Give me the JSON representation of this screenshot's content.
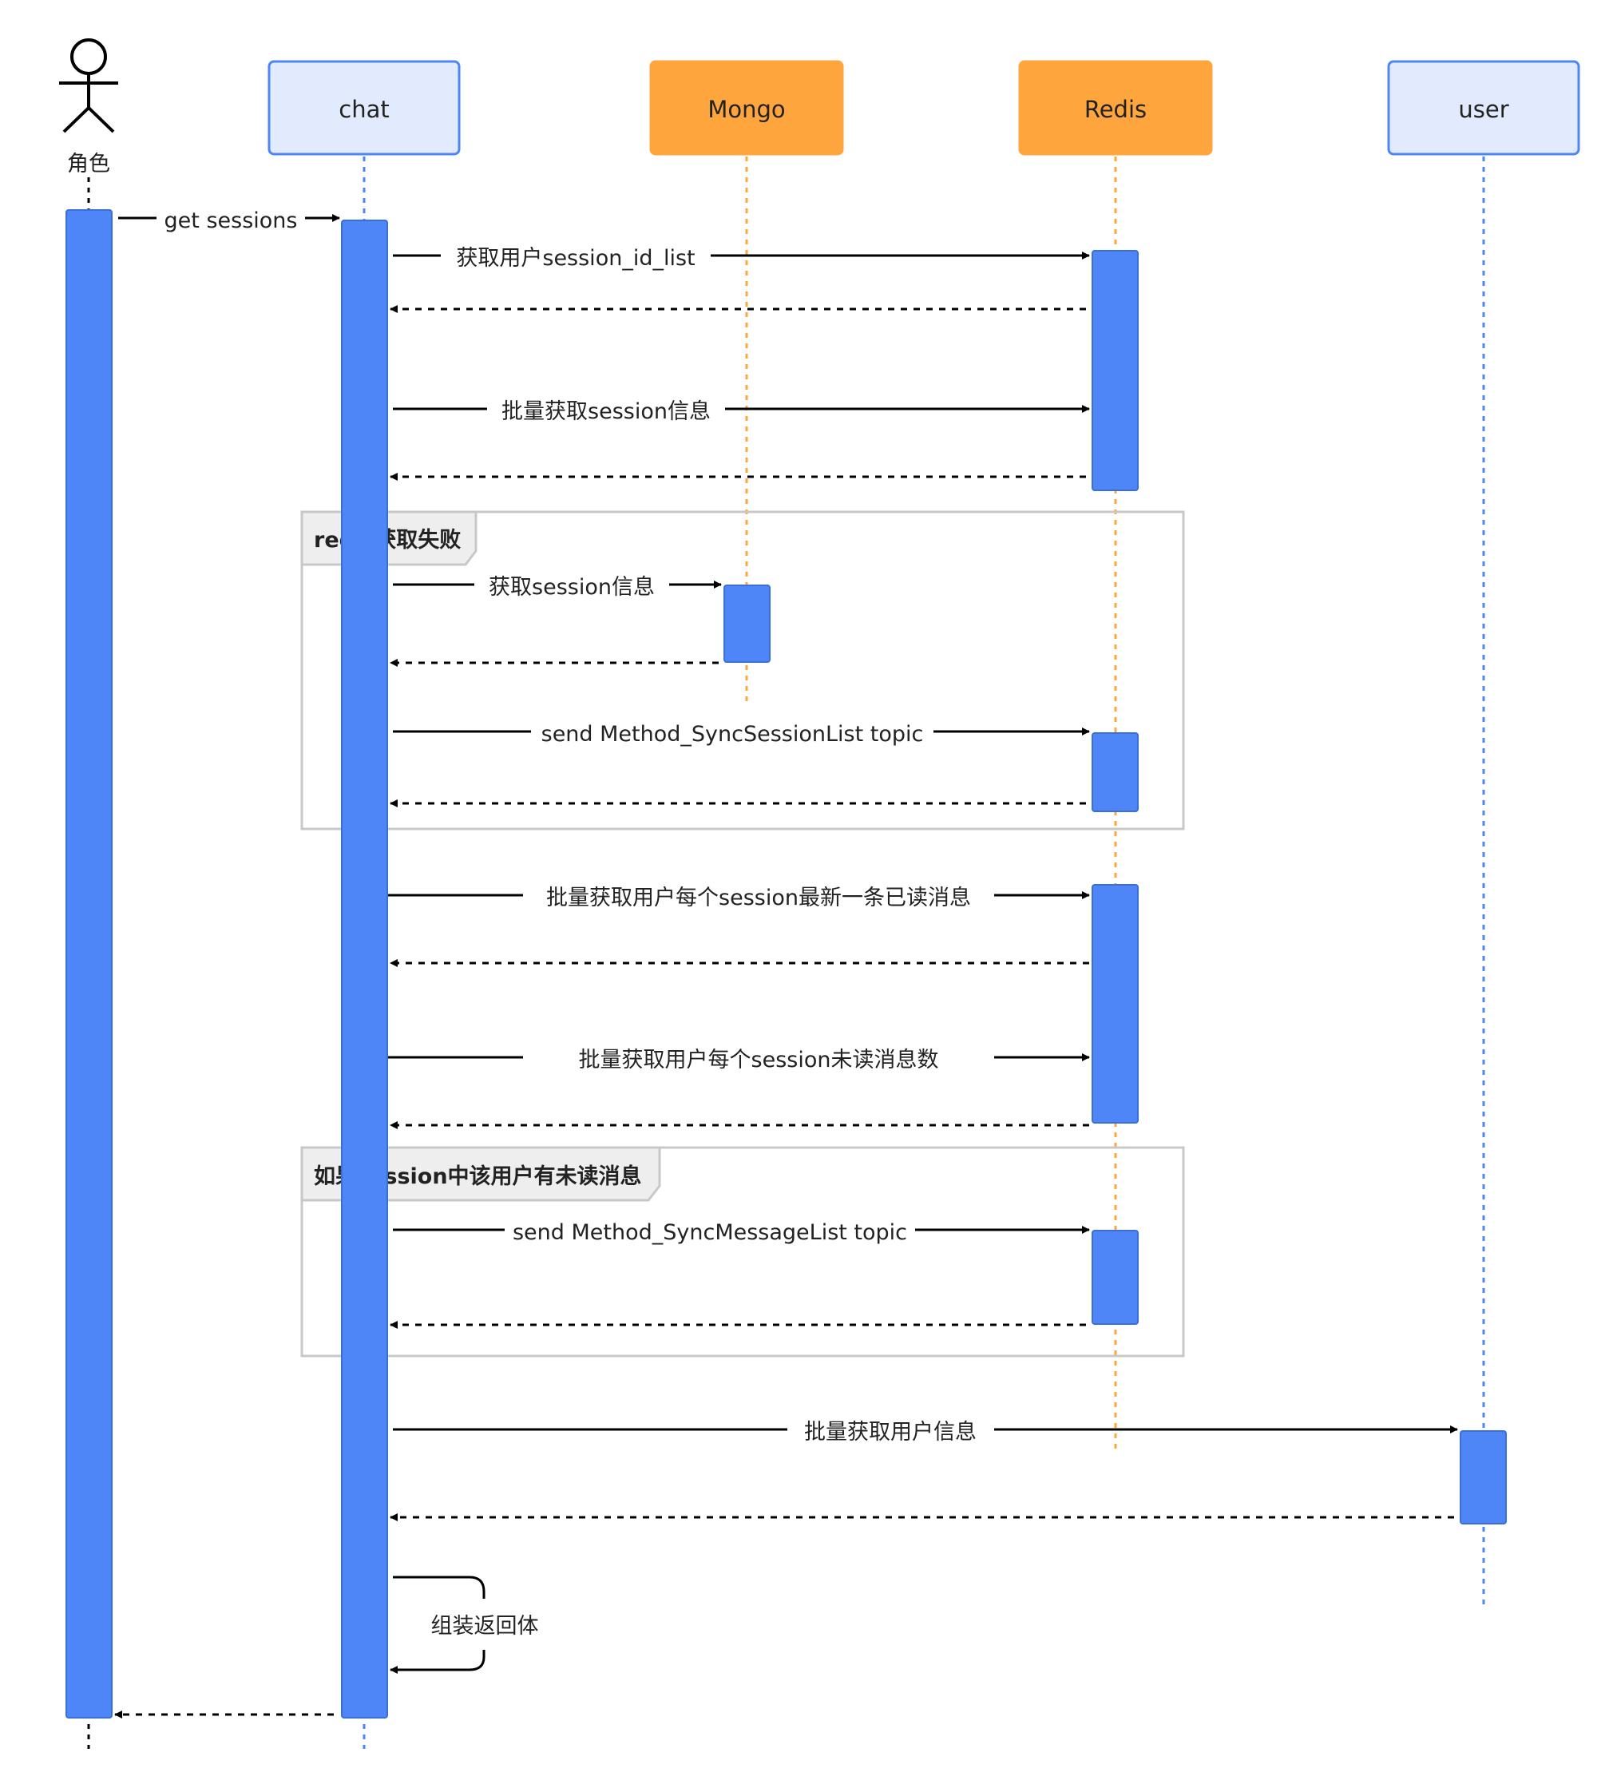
{
  "participants": [
    {
      "id": "actor",
      "kind": "actor",
      "label": "角色"
    },
    {
      "id": "chat",
      "kind": "service",
      "label": "chat",
      "fill": "#E2EBFD",
      "stroke": "#4E86F7"
    },
    {
      "id": "mongo",
      "kind": "store",
      "label": "Mongo",
      "fill": "#FFA53D",
      "stroke": "#FFA53D"
    },
    {
      "id": "redis",
      "kind": "store",
      "label": "Redis",
      "fill": "#FFA53D",
      "stroke": "#FFA53D"
    },
    {
      "id": "user",
      "kind": "service",
      "label": "user",
      "fill": "#E2EBFD",
      "stroke": "#4E86F7"
    }
  ],
  "messages": [
    {
      "from": "actor",
      "to": "chat",
      "label": "get sessions",
      "style": "solid"
    },
    {
      "from": "chat",
      "to": "redis",
      "label": "获取用户session_id_list",
      "style": "solid"
    },
    {
      "from": "redis",
      "to": "chat",
      "label": "",
      "style": "dashed"
    },
    {
      "from": "chat",
      "to": "redis",
      "label": "批量获取session信息",
      "style": "solid"
    },
    {
      "from": "redis",
      "to": "chat",
      "label": "",
      "style": "dashed"
    },
    {
      "from": "chat",
      "to": "mongo",
      "label": "获取session信息",
      "style": "solid"
    },
    {
      "from": "mongo",
      "to": "chat",
      "label": "",
      "style": "dashed"
    },
    {
      "from": "chat",
      "to": "redis",
      "label": "send Method_SyncSessionList topic",
      "style": "solid"
    },
    {
      "from": "redis",
      "to": "chat",
      "label": "",
      "style": "dashed"
    },
    {
      "from": "chat",
      "to": "redis",
      "label": "批量获取用户每个session最新一条已读消息",
      "style": "solid"
    },
    {
      "from": "redis",
      "to": "chat",
      "label": "",
      "style": "dashed"
    },
    {
      "from": "chat",
      "to": "redis",
      "label": "批量获取用户每个session未读消息数",
      "style": "solid"
    },
    {
      "from": "redis",
      "to": "chat",
      "label": "",
      "style": "dashed"
    },
    {
      "from": "chat",
      "to": "redis",
      "label": "send Method_SyncMessageList topic",
      "style": "solid"
    },
    {
      "from": "redis",
      "to": "chat",
      "label": "",
      "style": "dashed"
    },
    {
      "from": "chat",
      "to": "user",
      "label": "批量获取用户信息",
      "style": "solid"
    },
    {
      "from": "user",
      "to": "chat",
      "label": "",
      "style": "dashed"
    },
    {
      "from": "chat",
      "to": "chat",
      "label": "组装返回体",
      "style": "self"
    },
    {
      "from": "chat",
      "to": "actor",
      "label": "",
      "style": "dashed"
    }
  ],
  "fragments": [
    {
      "label": "redis获取失败"
    },
    {
      "label": "如果session中该用户有未读消息"
    }
  ],
  "colors": {
    "activation": "#4E86F7",
    "service_lifeline": "#4E86F7",
    "store_lifeline": "#FFA53D",
    "fragment_border": "#C8C8C8",
    "fragment_label_bg": "#EEEEEE",
    "text": "#222222",
    "arrow": "#000000"
  }
}
